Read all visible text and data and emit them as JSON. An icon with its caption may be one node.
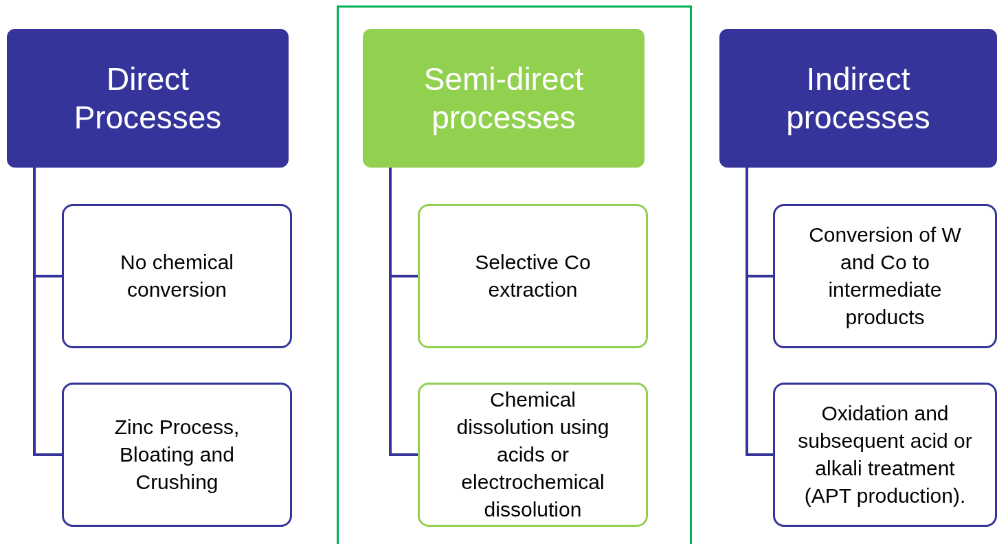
{
  "diagram": {
    "nodes": [
      {
        "text": [
          "Direct Processes"
        ]
      },
      {
        "text": [
          "No chemical conversion"
        ]
      },
      {
        "text": [
          "Zinc Process, Bloating and Crushing"
        ]
      },
      {
        "text": [],
        "shape": "box"
      },
      {
        "text": [
          "Semi-direct processes"
        ],
        "in": 3
      },
      {
        "text": [
          "Selective Co extraction"
        ],
        "in": 3
      },
      {
        "text": [
          "Chemical dissolution using acids  or electrochemical dissolution"
        ],
        "in": 3
      },
      {
        "text": [
          "Indirect processes"
        ]
      },
      {
        "text": [
          "Conversion of W and Co to intermediate products"
        ]
      },
      {
        "text": [
          "Oxidation and subsequent acid or alkali treatment (APT production)."
        ]
      }
    ],
    "edges": [
      {
        "from": 0,
        "to": 1,
        "arrow": "none"
      },
      {
        "from": 0,
        "to": 2,
        "arrow": "none"
      },
      {
        "from": 4,
        "to": 5,
        "arrow": "none"
      },
      {
        "from": 4,
        "to": 6,
        "arrow": "none"
      },
      {
        "from": 7,
        "to": 8,
        "arrow": "none"
      },
      {
        "from": 7,
        "to": 9,
        "arrow": "none"
      }
    ]
  }
}
